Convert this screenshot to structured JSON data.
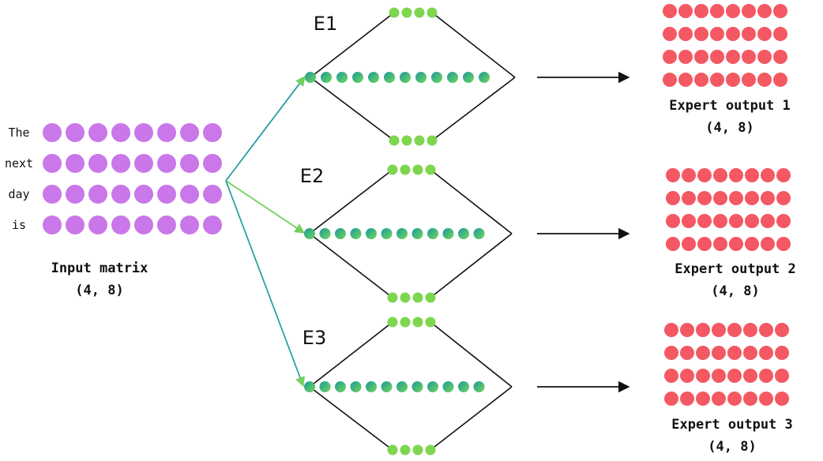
{
  "input": {
    "tokens": [
      "The",
      "next",
      "day",
      "is"
    ],
    "rows": 4,
    "cols": 8,
    "title": "Input matrix",
    "shape": "(4, 8)",
    "color": "#c977e9"
  },
  "experts": [
    {
      "label": "E1",
      "output_title": "Expert output 1",
      "output_shape": "(4, 8)"
    },
    {
      "label": "E2",
      "output_title": "Expert output 2",
      "output_shape": "(4, 8)"
    },
    {
      "label": "E3",
      "output_title": "Expert output 3",
      "output_shape": "(4, 8)"
    }
  ],
  "expert_network": {
    "outer_nodes": 4,
    "hidden_nodes": 12,
    "outer_color": "#7ed64f",
    "hidden_color_start": "#1b9a9a",
    "hidden_color_end": "#72d65a"
  },
  "output": {
    "rows": 4,
    "cols": 8,
    "color": "#f45862"
  },
  "colors": {
    "line": "#111111",
    "router_arrow_1": "#1f9ea7",
    "router_arrow_2": "#73d05f",
    "router_arrow_3": "#2aa3a0"
  }
}
